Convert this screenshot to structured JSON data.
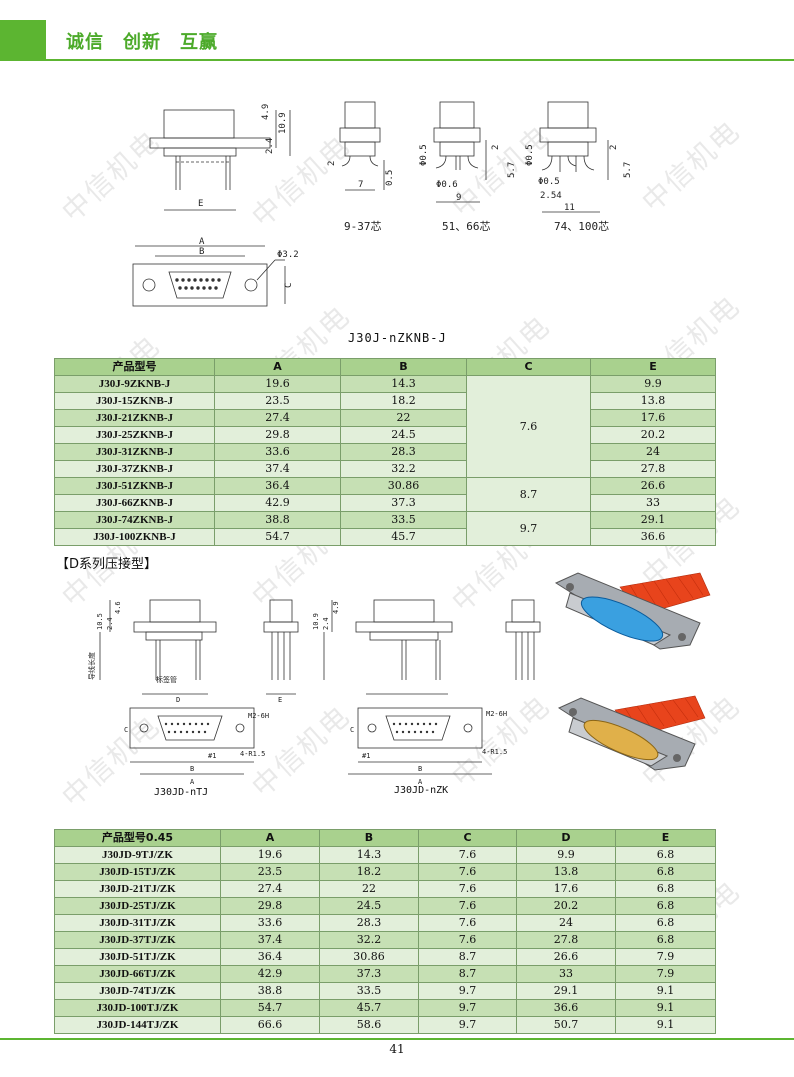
{
  "header": {
    "slogan": "诚信　创新　互赢"
  },
  "watermark": "中信机电",
  "drawings_top": {
    "dim_labels": [
      "4.9",
      "10.9",
      "2.4",
      "E",
      "2",
      "7",
      "0.5",
      "Φ0.5",
      "Φ0.6",
      "2",
      "5.7",
      "9",
      "Φ0.5",
      "Φ0.5",
      "2.54",
      "11",
      "5.7",
      "2",
      "A",
      "B",
      "Φ3.2",
      "C"
    ],
    "variant_labels": [
      "9-37芯",
      "51、66芯",
      "74、100芯"
    ],
    "caption": "J30J-nZKNB-J"
  },
  "table1": {
    "headers": [
      "产品型号",
      "A",
      "B",
      "C",
      "E"
    ],
    "rows": [
      {
        "model": "J30J-9ZKNB-J",
        "A": "19.6",
        "B": "14.3",
        "E": "9.9"
      },
      {
        "model": "J30J-15ZKNB-J",
        "A": "23.5",
        "B": "18.2",
        "E": "13.8"
      },
      {
        "model": "J30J-21ZKNB-J",
        "A": "27.4",
        "B": "22",
        "E": "17.6"
      },
      {
        "model": "J30J-25ZKNB-J",
        "A": "29.8",
        "B": "24.5",
        "E": "20.2"
      },
      {
        "model": "J30J-31ZKNB-J",
        "A": "33.6",
        "B": "28.3",
        "E": "24"
      },
      {
        "model": "J30J-37ZKNB-J",
        "A": "37.4",
        "B": "32.2",
        "E": "27.8"
      },
      {
        "model": "J30J-51ZKNB-J",
        "A": "36.4",
        "B": "30.86",
        "E": "26.6"
      },
      {
        "model": "J30J-66ZKNB-J",
        "A": "42.9",
        "B": "37.3",
        "E": "33"
      },
      {
        "model": "J30J-74ZKNB-J",
        "A": "38.8",
        "B": "33.5",
        "E": "29.1"
      },
      {
        "model": "J30J-100ZKNB-J",
        "A": "54.7",
        "B": "45.7",
        "E": "36.6"
      }
    ],
    "c_groups": [
      "7.6",
      "8.7",
      "9.7"
    ]
  },
  "section_title": "【D系列压接型】",
  "drawings_mid": {
    "dim_labels": [
      "10.5",
      "2.4",
      "4.6",
      "10.9",
      "2.4",
      "4.9",
      "标签管",
      "导线长度",
      "D",
      "E",
      "M2-6H",
      "4-R1.5",
      "#1",
      "B",
      "A",
      "C",
      "M2-6H",
      "4-R1.5",
      "#1",
      "B",
      "A",
      "C"
    ],
    "caption_left": "J30JD-nTJ",
    "caption_right": "J30JD-nZK"
  },
  "table2": {
    "headers": [
      "产品型号0.45",
      "A",
      "B",
      "C",
      "D",
      "E"
    ],
    "rows": [
      {
        "model": "J30JD-9TJ/ZK",
        "A": "19.6",
        "B": "14.3",
        "C": "7.6",
        "D": "9.9",
        "E": "6.8"
      },
      {
        "model": "J30JD-15TJ/ZK",
        "A": "23.5",
        "B": "18.2",
        "C": "7.6",
        "D": "13.8",
        "E": "6.8"
      },
      {
        "model": "J30JD-21TJ/ZK",
        "A": "27.4",
        "B": "22",
        "C": "7.6",
        "D": "17.6",
        "E": "6.8"
      },
      {
        "model": "J30JD-25TJ/ZK",
        "A": "29.8",
        "B": "24.5",
        "C": "7.6",
        "D": "20.2",
        "E": "6.8"
      },
      {
        "model": "J30JD-31TJ/ZK",
        "A": "33.6",
        "B": "28.3",
        "C": "7.6",
        "D": "24",
        "E": "6.8"
      },
      {
        "model": "J30JD-37TJ/ZK",
        "A": "37.4",
        "B": "32.2",
        "C": "7.6",
        "D": "27.8",
        "E": "6.8"
      },
      {
        "model": "J30JD-51TJ/ZK",
        "A": "36.4",
        "B": "30.86",
        "C": "8.7",
        "D": "26.6",
        "E": "7.9"
      },
      {
        "model": "J30JD-66TJ/ZK",
        "A": "42.9",
        "B": "37.3",
        "C": "8.7",
        "D": "33",
        "E": "7.9"
      },
      {
        "model": "J30JD-74TJ/ZK",
        "A": "38.8",
        "B": "33.5",
        "C": "9.7",
        "D": "29.1",
        "E": "9.1"
      },
      {
        "model": "J30JD-100TJ/ZK",
        "A": "54.7",
        "B": "45.7",
        "C": "9.7",
        "D": "36.6",
        "E": "9.1"
      },
      {
        "model": "J30JD-144TJ/ZK",
        "A": "66.6",
        "B": "58.6",
        "C": "9.7",
        "D": "50.7",
        "E": "9.1"
      }
    ]
  },
  "footer": {
    "page_number": "41"
  },
  "colors": {
    "accent": "#5cb531",
    "header_row": "#a9d18e",
    "row_alt": "#c6e0b4",
    "row_plain": "#e2efda"
  }
}
